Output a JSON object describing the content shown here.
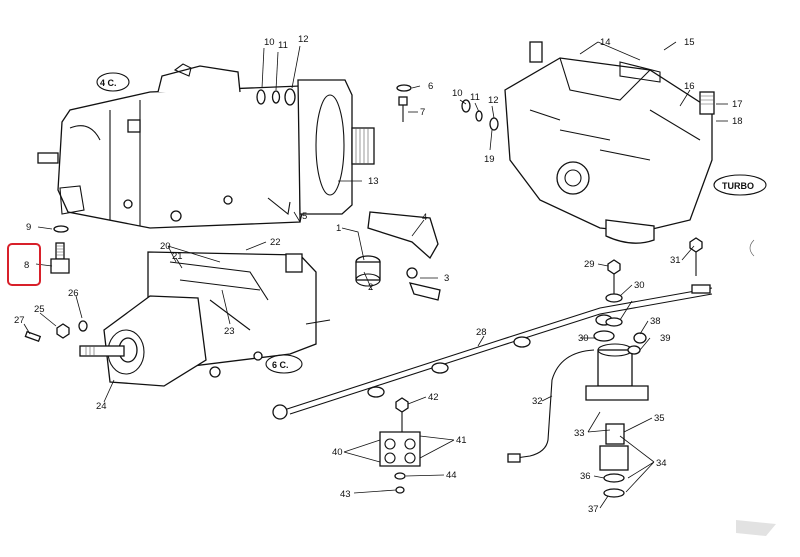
{
  "captions": {
    "four_cyl": "4 C.",
    "six_cyl": "6 C.",
    "turbo": "TURBO"
  },
  "callouts": [
    {
      "id": "c1",
      "text": "1"
    },
    {
      "id": "c2",
      "text": "2"
    },
    {
      "id": "c3",
      "text": "3"
    },
    {
      "id": "c4",
      "text": "4"
    },
    {
      "id": "c5",
      "text": "5"
    },
    {
      "id": "c6",
      "text": "6"
    },
    {
      "id": "c7",
      "text": "7"
    },
    {
      "id": "c8",
      "text": "8"
    },
    {
      "id": "c9",
      "text": "9"
    },
    {
      "id": "c10a",
      "text": "10"
    },
    {
      "id": "c11a",
      "text": "11"
    },
    {
      "id": "c12a",
      "text": "12"
    },
    {
      "id": "c10b",
      "text": "10"
    },
    {
      "id": "c11b",
      "text": "11"
    },
    {
      "id": "c12b",
      "text": "12"
    },
    {
      "id": "c13",
      "text": "13"
    },
    {
      "id": "c14",
      "text": "14"
    },
    {
      "id": "c15",
      "text": "15"
    },
    {
      "id": "c16",
      "text": "16"
    },
    {
      "id": "c17",
      "text": "17"
    },
    {
      "id": "c18",
      "text": "18"
    },
    {
      "id": "c19",
      "text": "19"
    },
    {
      "id": "c20",
      "text": "20"
    },
    {
      "id": "c21",
      "text": "21"
    },
    {
      "id": "c22",
      "text": "22"
    },
    {
      "id": "c23",
      "text": "23"
    },
    {
      "id": "c24",
      "text": "24"
    },
    {
      "id": "c25",
      "text": "25"
    },
    {
      "id": "c26",
      "text": "26"
    },
    {
      "id": "c27",
      "text": "27"
    },
    {
      "id": "c28",
      "text": "28"
    },
    {
      "id": "c29",
      "text": "29"
    },
    {
      "id": "c30a",
      "text": "30"
    },
    {
      "id": "c30b",
      "text": "30"
    },
    {
      "id": "c31",
      "text": "31"
    },
    {
      "id": "c32",
      "text": "32"
    },
    {
      "id": "c33",
      "text": "33"
    },
    {
      "id": "c34",
      "text": "34"
    },
    {
      "id": "c35",
      "text": "35"
    },
    {
      "id": "c36",
      "text": "36"
    },
    {
      "id": "c37",
      "text": "37"
    },
    {
      "id": "c38",
      "text": "38"
    },
    {
      "id": "c39",
      "text": "39"
    },
    {
      "id": "c40",
      "text": "40"
    },
    {
      "id": "c41",
      "text": "41"
    },
    {
      "id": "c42",
      "text": "42"
    },
    {
      "id": "c43",
      "text": "43"
    },
    {
      "id": "c44",
      "text": "44"
    }
  ],
  "highlight": {
    "part": "8",
    "color": "#d8202a"
  }
}
